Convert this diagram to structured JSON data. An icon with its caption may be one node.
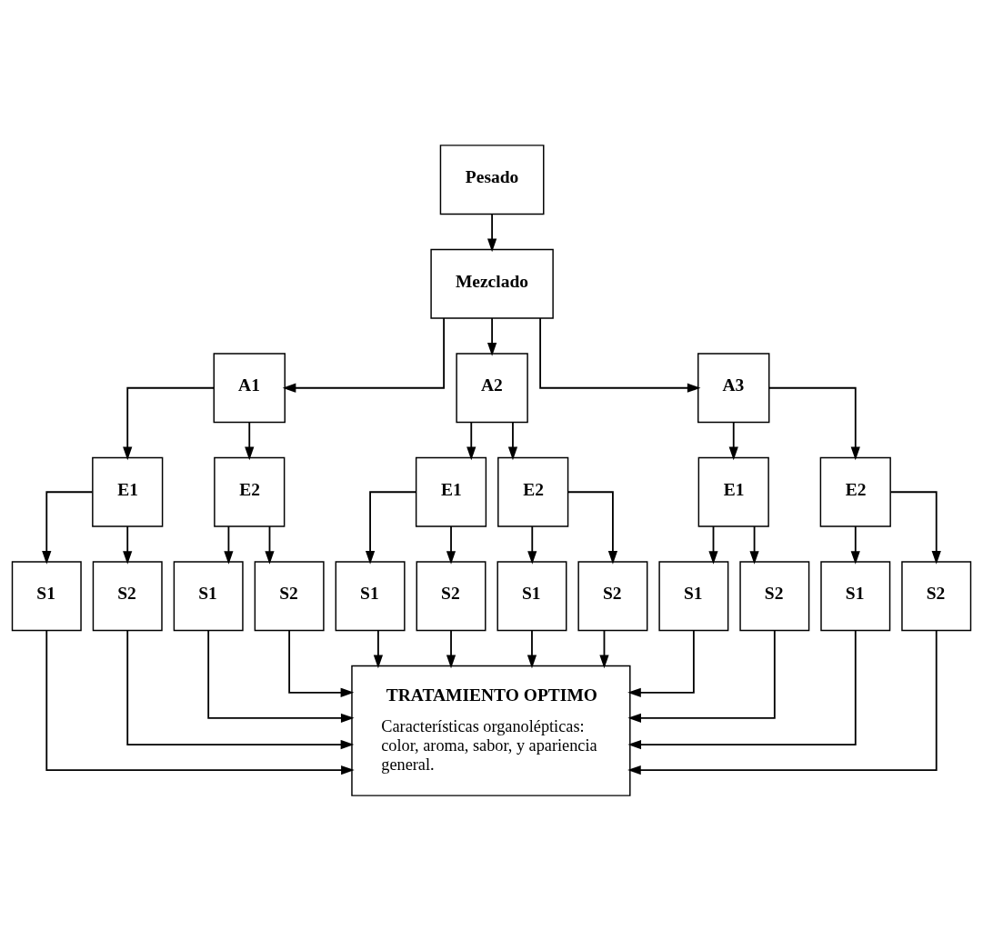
{
  "diagram": {
    "nodes": [
      {
        "text": [
          "Pesado"
        ]
      },
      {
        "text": [
          "Mezclado"
        ]
      },
      {
        "text": [
          "A1"
        ]
      },
      {
        "text": [
          "A2"
        ]
      },
      {
        "text": [
          "A3"
        ]
      },
      {
        "text": [
          "E1"
        ]
      },
      {
        "text": [
          "E2"
        ]
      },
      {
        "text": [
          "E1"
        ]
      },
      {
        "text": [
          "E2"
        ]
      },
      {
        "text": [
          "E1"
        ]
      },
      {
        "text": [
          "E2"
        ]
      },
      {
        "text": [
          "S1"
        ]
      },
      {
        "text": [
          "S2"
        ]
      },
      {
        "text": [
          "S1"
        ]
      },
      {
        "text": [
          "S2"
        ]
      },
      {
        "text": [
          "S1"
        ]
      },
      {
        "text": [
          "S2"
        ]
      },
      {
        "text": [
          "S1"
        ]
      },
      {
        "text": [
          "S2"
        ]
      },
      {
        "text": [
          "S1"
        ]
      },
      {
        "text": [
          "S2"
        ]
      },
      {
        "text": [
          "S1"
        ]
      },
      {
        "text": [
          "S2"
        ]
      },
      {
        "text": [
          "TRATAMIENTO OPTIMO",
          "Características organolépticas: color, aroma, sabor, y apariencia general."
        ]
      }
    ],
    "edges": [
      {
        "from": 0,
        "to": 1,
        "arrow": "to"
      },
      {
        "from": 1,
        "to": 2,
        "arrow": "to"
      },
      {
        "from": 1,
        "to": 3,
        "arrow": "to"
      },
      {
        "from": 1,
        "to": 4,
        "arrow": "to"
      },
      {
        "from": 2,
        "to": 5,
        "arrow": "to"
      },
      {
        "from": 2,
        "to": 6,
        "arrow": "to"
      },
      {
        "from": 3,
        "to": 7,
        "arrow": "to"
      },
      {
        "from": 3,
        "to": 8,
        "arrow": "to"
      },
      {
        "from": 4,
        "to": 9,
        "arrow": "to"
      },
      {
        "from": 4,
        "to": 10,
        "arrow": "to"
      },
      {
        "from": 5,
        "to": 11,
        "arrow": "to"
      },
      {
        "from": 5,
        "to": 12,
        "arrow": "to"
      },
      {
        "from": 6,
        "to": 13,
        "arrow": "to"
      },
      {
        "from": 6,
        "to": 14,
        "arrow": "to"
      },
      {
        "from": 7,
        "to": 15,
        "arrow": "to"
      },
      {
        "from": 7,
        "to": 16,
        "arrow": "to"
      },
      {
        "from": 8,
        "to": 17,
        "arrow": "to"
      },
      {
        "from": 8,
        "to": 18,
        "arrow": "to"
      },
      {
        "from": 9,
        "to": 19,
        "arrow": "to"
      },
      {
        "from": 9,
        "to": 20,
        "arrow": "to"
      },
      {
        "from": 10,
        "to": 21,
        "arrow": "to"
      },
      {
        "from": 10,
        "to": 22,
        "arrow": "to"
      },
      {
        "from": 11,
        "to": 23,
        "arrow": "to"
      },
      {
        "from": 12,
        "to": 23,
        "arrow": "to"
      },
      {
        "from": 13,
        "to": 23,
        "arrow": "to"
      },
      {
        "from": 14,
        "to": 23,
        "arrow": "to"
      },
      {
        "from": 15,
        "to": 23,
        "arrow": "to"
      },
      {
        "from": 16,
        "to": 23,
        "arrow": "to"
      },
      {
        "from": 17,
        "to": 23,
        "arrow": "to"
      },
      {
        "from": 18,
        "to": 23,
        "arrow": "to"
      },
      {
        "from": 19,
        "to": 23,
        "arrow": "to"
      },
      {
        "from": 20,
        "to": 23,
        "arrow": "to"
      },
      {
        "from": 21,
        "to": 23,
        "arrow": "to"
      },
      {
        "from": 22,
        "to": 23,
        "arrow": "to"
      }
    ]
  }
}
